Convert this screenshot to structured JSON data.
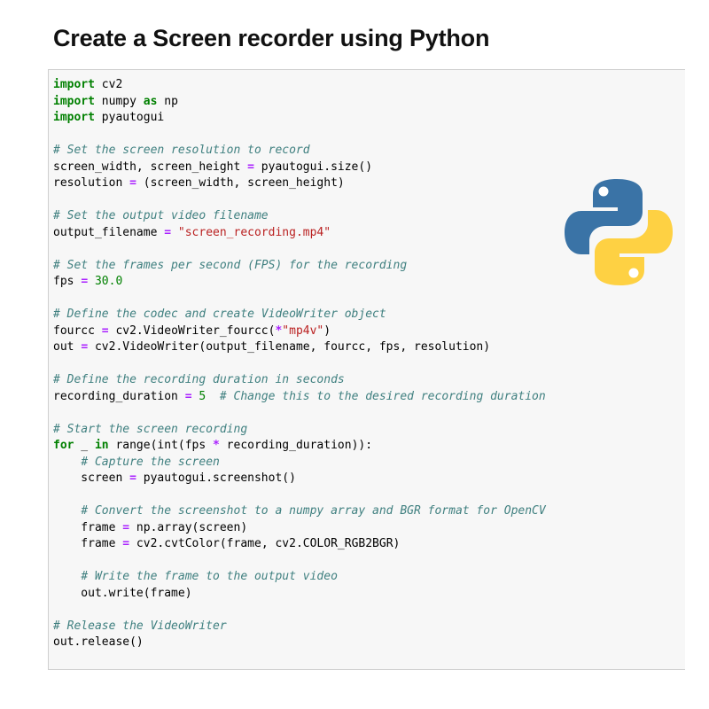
{
  "page": {
    "title": "Create a Screen recorder using Python"
  },
  "logo": {
    "icon": "python-logo-icon",
    "colors": {
      "blue": "#3a73a6",
      "yellow": "#fed143"
    }
  },
  "code": {
    "lines": [
      [
        {
          "t": "kw",
          "v": "import"
        },
        {
          "t": "p",
          "v": " cv2"
        }
      ],
      [
        {
          "t": "kw",
          "v": "import"
        },
        {
          "t": "p",
          "v": " numpy "
        },
        {
          "t": "kw",
          "v": "as"
        },
        {
          "t": "p",
          "v": " np"
        }
      ],
      [
        {
          "t": "kw",
          "v": "import"
        },
        {
          "t": "p",
          "v": " pyautogui"
        }
      ],
      [],
      [
        {
          "t": "cm",
          "v": "# Set the screen resolution to record"
        }
      ],
      [
        {
          "t": "p",
          "v": "screen_width, screen_height "
        },
        {
          "t": "op",
          "v": "="
        },
        {
          "t": "p",
          "v": " pyautogui.size()"
        }
      ],
      [
        {
          "t": "p",
          "v": "resolution "
        },
        {
          "t": "op",
          "v": "="
        },
        {
          "t": "p",
          "v": " (screen_width, screen_height)"
        }
      ],
      [],
      [
        {
          "t": "cm",
          "v": "# Set the output video filename"
        }
      ],
      [
        {
          "t": "p",
          "v": "output_filename "
        },
        {
          "t": "op",
          "v": "="
        },
        {
          "t": "p",
          "v": " "
        },
        {
          "t": "str",
          "v": "\"screen_recording.mp4\""
        }
      ],
      [],
      [
        {
          "t": "cm",
          "v": "# Set the frames per second (FPS) for the recording"
        }
      ],
      [
        {
          "t": "p",
          "v": "fps "
        },
        {
          "t": "op",
          "v": "="
        },
        {
          "t": "p",
          "v": " "
        },
        {
          "t": "num",
          "v": "30.0"
        }
      ],
      [],
      [
        {
          "t": "cm",
          "v": "# Define the codec and create VideoWriter object"
        }
      ],
      [
        {
          "t": "p",
          "v": "fourcc "
        },
        {
          "t": "op",
          "v": "="
        },
        {
          "t": "p",
          "v": " cv2.VideoWriter_fourcc("
        },
        {
          "t": "op",
          "v": "*"
        },
        {
          "t": "str",
          "v": "\"mp4v\""
        },
        {
          "t": "p",
          "v": ")"
        }
      ],
      [
        {
          "t": "p",
          "v": "out "
        },
        {
          "t": "op",
          "v": "="
        },
        {
          "t": "p",
          "v": " cv2.VideoWriter(output_filename, fourcc, fps, resolution)"
        }
      ],
      [],
      [
        {
          "t": "cm",
          "v": "# Define the recording duration in seconds"
        }
      ],
      [
        {
          "t": "p",
          "v": "recording_duration "
        },
        {
          "t": "op",
          "v": "="
        },
        {
          "t": "p",
          "v": " "
        },
        {
          "t": "num",
          "v": "5"
        },
        {
          "t": "p",
          "v": "  "
        },
        {
          "t": "cm",
          "v": "# Change this to the desired recording duration"
        }
      ],
      [],
      [
        {
          "t": "cm",
          "v": "# Start the screen recording"
        }
      ],
      [
        {
          "t": "kw",
          "v": "for"
        },
        {
          "t": "p",
          "v": " _ "
        },
        {
          "t": "kw",
          "v": "in"
        },
        {
          "t": "p",
          "v": " range(int(fps "
        },
        {
          "t": "op",
          "v": "*"
        },
        {
          "t": "p",
          "v": " recording_duration)):"
        }
      ],
      [
        {
          "t": "p",
          "v": "    "
        },
        {
          "t": "cm",
          "v": "# Capture the screen"
        }
      ],
      [
        {
          "t": "p",
          "v": "    screen "
        },
        {
          "t": "op",
          "v": "="
        },
        {
          "t": "p",
          "v": " pyautogui.screenshot()"
        }
      ],
      [],
      [
        {
          "t": "p",
          "v": "    "
        },
        {
          "t": "cm",
          "v": "# Convert the screenshot to a numpy array and BGR format for OpenCV"
        }
      ],
      [
        {
          "t": "p",
          "v": "    frame "
        },
        {
          "t": "op",
          "v": "="
        },
        {
          "t": "p",
          "v": " np.array(screen)"
        }
      ],
      [
        {
          "t": "p",
          "v": "    frame "
        },
        {
          "t": "op",
          "v": "="
        },
        {
          "t": "p",
          "v": " cv2.cvtColor(frame, cv2.COLOR_RGB2BGR)"
        }
      ],
      [],
      [
        {
          "t": "p",
          "v": "    "
        },
        {
          "t": "cm",
          "v": "# Write the frame to the output video"
        }
      ],
      [
        {
          "t": "p",
          "v": "    out.write(frame)"
        }
      ],
      [],
      [
        {
          "t": "cm",
          "v": "# Release the VideoWriter"
        }
      ],
      [
        {
          "t": "p",
          "v": "out.release()"
        }
      ]
    ]
  }
}
